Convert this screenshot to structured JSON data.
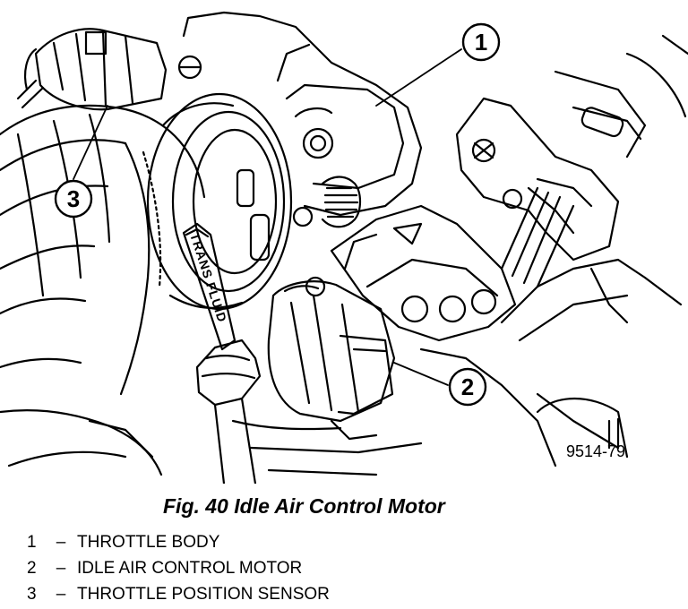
{
  "figure": {
    "code": "9514-79",
    "caption": "Fig. 40 Idle Air Control Motor",
    "tube_label": "TRANS FLUID"
  },
  "callouts": [
    {
      "number": "1",
      "label": "THROTTLE BODY"
    },
    {
      "number": "2",
      "label": "IDLE AIR CONTROL MOTOR"
    },
    {
      "number": "3",
      "label": "THROTTLE POSITION SENSOR"
    }
  ],
  "legend_separator": "–"
}
